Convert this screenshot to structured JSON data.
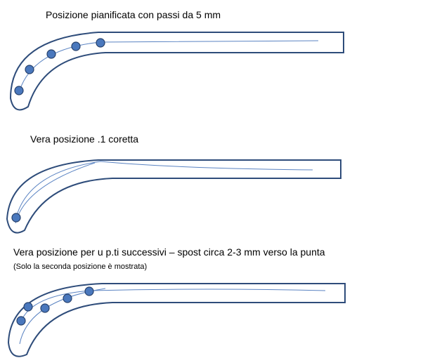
{
  "panels": [
    {
      "caption": "Posizione pianificata con passi da 5 mm",
      "subcaption": ""
    },
    {
      "caption": "Vera posizione .1  coretta",
      "subcaption": ""
    },
    {
      "caption": "Vera posizione per u p.ti successivi – spost circa  2-3 mm verso la punta",
      "subcaption": "(Solo la seconda posizione è mostrata)"
    }
  ],
  "colors": {
    "outline": "#2e4c7a",
    "line": "#5a83c2",
    "dot_fill": "#4a78bd",
    "dot_stroke": "#26406b"
  }
}
